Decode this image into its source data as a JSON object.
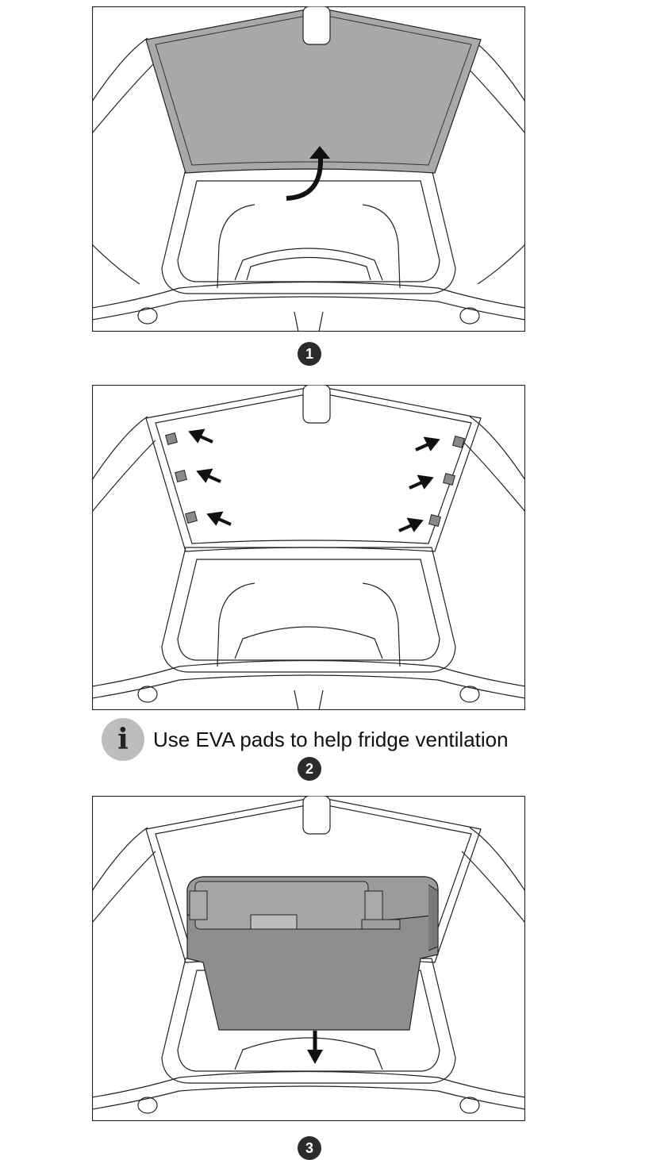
{
  "steps": [
    {
      "number": "1",
      "lid_state": "open-upper-panel",
      "arrow": "curved-up"
    },
    {
      "number": "2",
      "lid_state": "eva-pads",
      "arrow": "pad-pointers"
    },
    {
      "number": "3",
      "lid_state": "fridge-insert",
      "arrow": "down"
    }
  ],
  "note": {
    "icon": "info-icon",
    "icon_glyph": "i",
    "text": "Use EVA pads to help fridge ventilation"
  },
  "colors": {
    "line": "#222222",
    "lid_fill": "#a9a9a9",
    "fridge_fill": "#8e8e8e",
    "badge": "#2b2b2b",
    "info_circle": "#bdbdbd"
  }
}
